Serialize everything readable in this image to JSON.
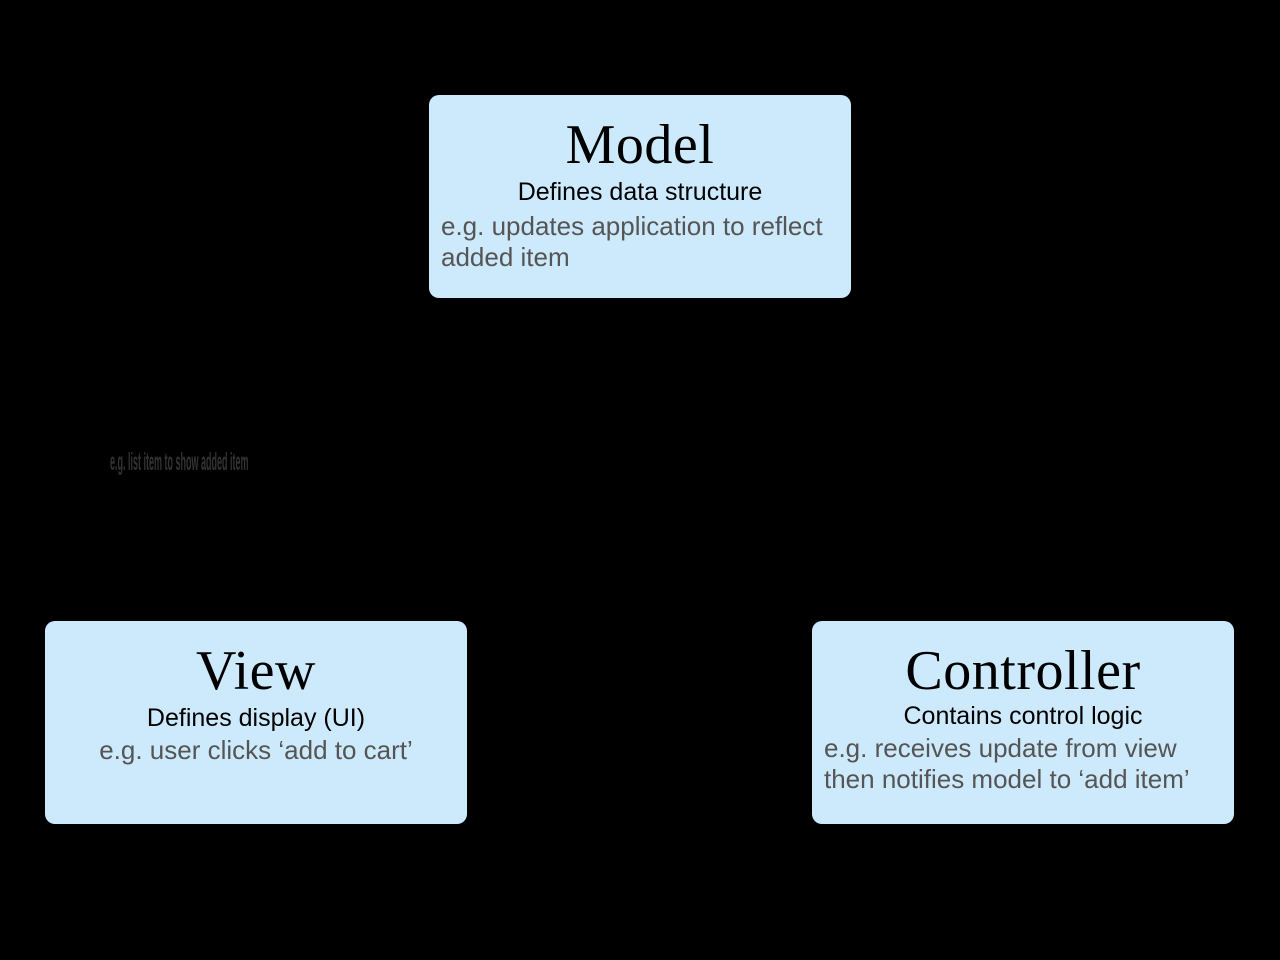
{
  "diagram": {
    "type": "mvc-architecture",
    "background_color": "#000000",
    "node_fill_color": "#cdeafc",
    "title_color": "#000000",
    "example_color": "#555555",
    "edge_label_color": "#333333",
    "nodes": [
      {
        "id": "model",
        "title": "Model",
        "subtitle": "Defines data structure",
        "example": "e.g. updates application to reflect added item"
      },
      {
        "id": "view",
        "title": "View",
        "subtitle": "Defines display (UI)",
        "example": "e.g. user clicks ‘add to cart’"
      },
      {
        "id": "controller",
        "title": "Controller",
        "subtitle": "Contains control logic",
        "example": "e.g. receives update from view then notifies model to ‘add item’"
      }
    ],
    "edge_labels": [
      {
        "id": "view-model",
        "text": "e.g. list item to show added item"
      }
    ]
  }
}
